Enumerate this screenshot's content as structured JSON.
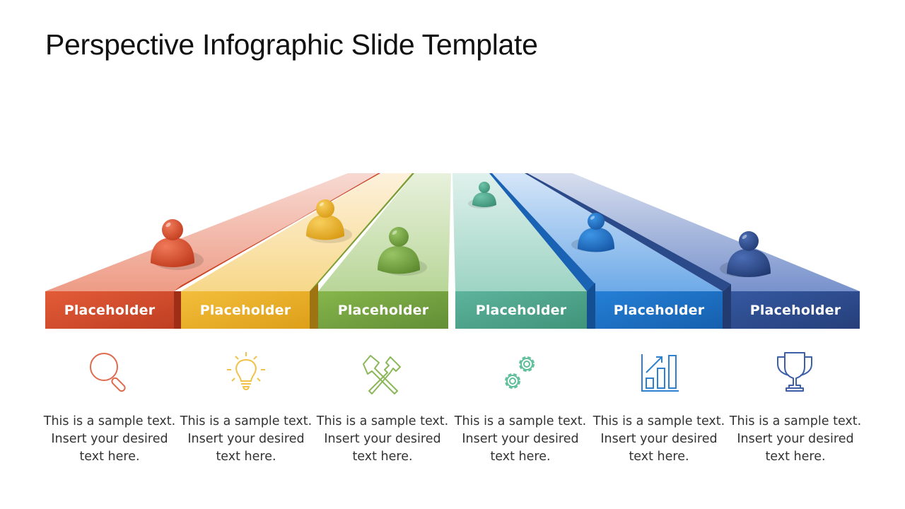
{
  "slide": {
    "title": "Perspective Infographic Slide Template"
  },
  "colors": {
    "red": "#D9502F",
    "yellow": "#E8B12A",
    "green": "#7AAA43",
    "teal": "#54AE93",
    "blue": "#1E72C7",
    "navy": "#2F4D8F"
  },
  "columns": [
    {
      "label": "Placeholder",
      "icon": "magnifier-icon",
      "color": "#D9502F",
      "text": [
        "This is a sample text.",
        "Insert your desired",
        "text here."
      ]
    },
    {
      "label": "Placeholder",
      "icon": "lightbulb-icon",
      "color": "#F2C14A",
      "text": [
        "This is a sample text.",
        "Insert your desired",
        "text here."
      ]
    },
    {
      "label": "Placeholder",
      "icon": "hammers-icon",
      "color": "#8BB85A",
      "text": [
        "This is a sample text.",
        "Insert your desired",
        "text here."
      ]
    },
    {
      "label": "Placeholder",
      "icon": "gears-icon",
      "color": "#5DBF9A",
      "text": [
        "This is a sample text.",
        "Insert your desired",
        "text here."
      ]
    },
    {
      "label": "Placeholder",
      "icon": "growth-chart-icon",
      "color": "#2F80D0",
      "text": [
        "This is a sample text.",
        "Insert your desired",
        "text here."
      ]
    },
    {
      "label": "Placeholder",
      "icon": "trophy-icon",
      "color": "#3C5FA8",
      "text": [
        "This is a sample text.",
        "Insert your desired",
        "text here."
      ]
    }
  ]
}
